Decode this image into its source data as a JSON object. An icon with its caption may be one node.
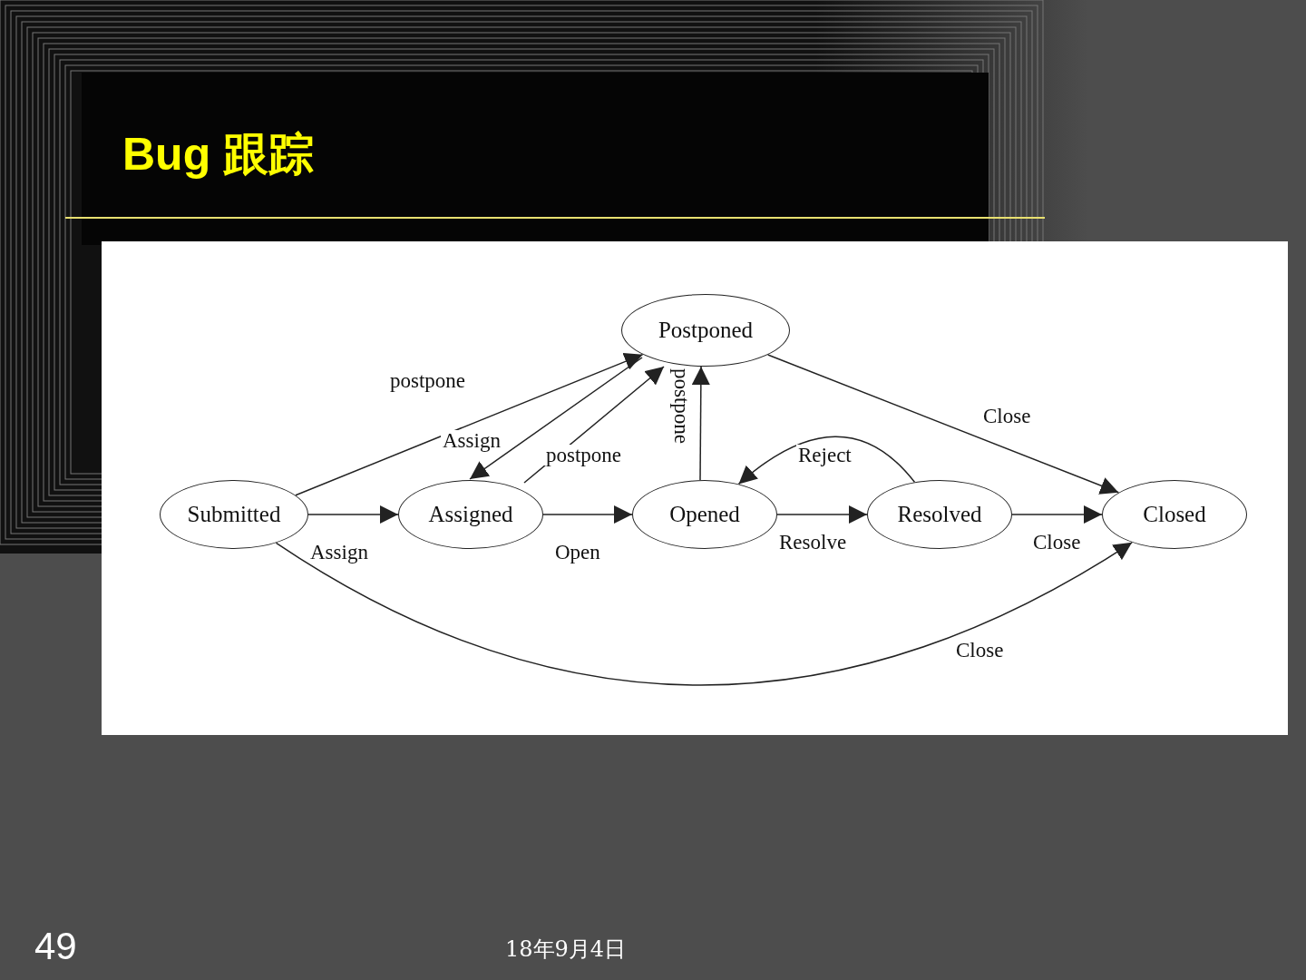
{
  "diagram": {
    "title": "Bug 跟踪",
    "nodes": [
      {
        "text": [
          "Postponed"
        ]
      },
      {
        "text": [
          "Submitted"
        ]
      },
      {
        "text": [
          "Assigned"
        ]
      },
      {
        "text": [
          "Opened"
        ]
      },
      {
        "text": [
          "Resolved"
        ]
      },
      {
        "text": [
          "Closed"
        ]
      }
    ],
    "edges": [
      {
        "from": 1,
        "to": 0,
        "arrow": "to",
        "label": "postpone"
      },
      {
        "from": 0,
        "to": 2,
        "arrow": "to",
        "label": "Assign"
      },
      {
        "from": 2,
        "to": 0,
        "arrow": "to",
        "label": "postpone"
      },
      {
        "from": 3,
        "to": 0,
        "arrow": "to",
        "label": "postpone"
      },
      {
        "from": 0,
        "to": 5,
        "arrow": "to",
        "label": "Close"
      },
      {
        "from": 4,
        "to": 3,
        "arrow": "to",
        "label": "Reject"
      },
      {
        "from": 1,
        "to": 2,
        "arrow": "to",
        "label": "Assign"
      },
      {
        "from": 2,
        "to": 3,
        "arrow": "to",
        "label": "Open"
      },
      {
        "from": 3,
        "to": 4,
        "arrow": "to",
        "label": "Resolve"
      },
      {
        "from": 4,
        "to": 5,
        "arrow": "to",
        "label": "Close"
      },
      {
        "from": 1,
        "to": 5,
        "arrow": "to",
        "label": "Close"
      }
    ],
    "labels": [
      "49",
      "18年9月4日"
    ]
  }
}
